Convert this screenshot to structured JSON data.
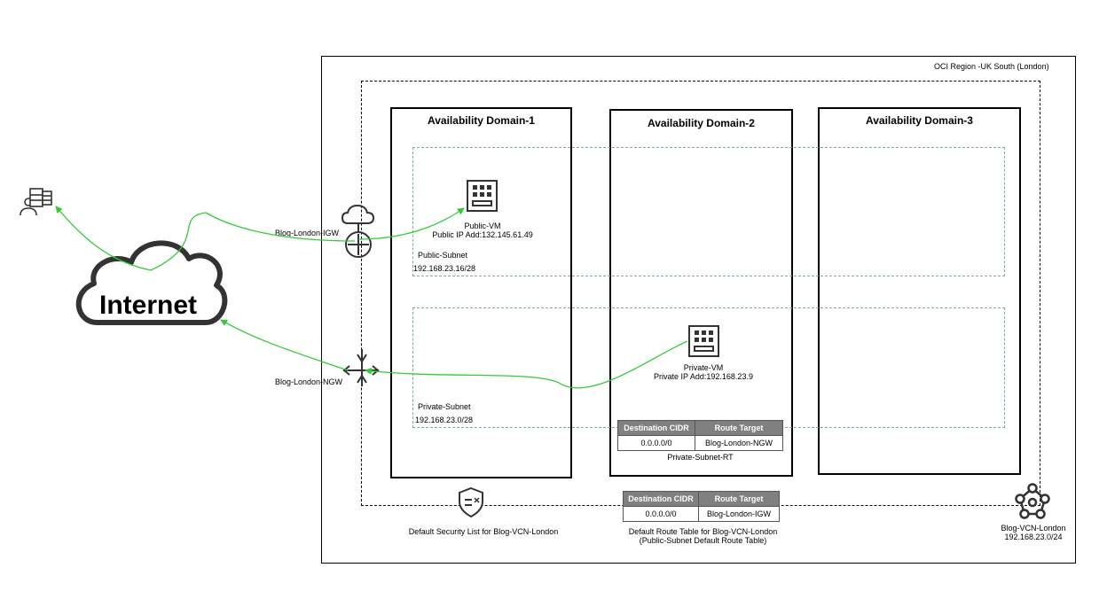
{
  "region": {
    "label": "OCI Region -UK South (London)"
  },
  "availability_domains": [
    {
      "title": "Availability Domain-1"
    },
    {
      "title": "Availability Domain-2"
    },
    {
      "title": "Availability Domain-3"
    }
  ],
  "internet": {
    "label": "Internet"
  },
  "public_subnet": {
    "name": "Public-Subnet",
    "cidr": "192.168.23.16/28"
  },
  "private_subnet": {
    "name": "Private-Subnet",
    "cidr": "192.168.23.0/28"
  },
  "public_vm": {
    "name": "Public-VM",
    "ip": "Public IP Add:132.145.61.49"
  },
  "private_vm": {
    "name": "Private-VM",
    "ip": "Private IP Add:192.168.23.9"
  },
  "igw": {
    "label": "Blog-London-IGW"
  },
  "ngw": {
    "label": "Blog-London-NGW"
  },
  "private_route_table": {
    "headers": [
      "Destination CIDR",
      "Route Target"
    ],
    "row": [
      "0.0.0.0/0",
      "Blog-London-NGW"
    ],
    "caption": "Private-Subnet-RT"
  },
  "default_route_table": {
    "headers": [
      "Destination CIDR",
      "Route Target"
    ],
    "row": [
      "0.0.0.0/0",
      "Blog-London-IGW"
    ],
    "caption_line1": "Default Route Table for Blog-VCN-London",
    "caption_line2": "(Public-Subnet Default Route Table)"
  },
  "security_list": {
    "label": "Default Security List for Blog-VCN-London"
  },
  "vcn": {
    "name": "Blog-VCN-London",
    "cidr": "192.168.23.0/24"
  },
  "colors": {
    "flow": "#33cc33",
    "subnet_border": "#7fa8a8",
    "table_header": "#808080"
  },
  "icons": [
    "user-server-icon",
    "cloud-icon",
    "internet-gateway-icon",
    "nat-gateway-icon",
    "vm-icon",
    "security-list-icon",
    "vcn-icon"
  ]
}
